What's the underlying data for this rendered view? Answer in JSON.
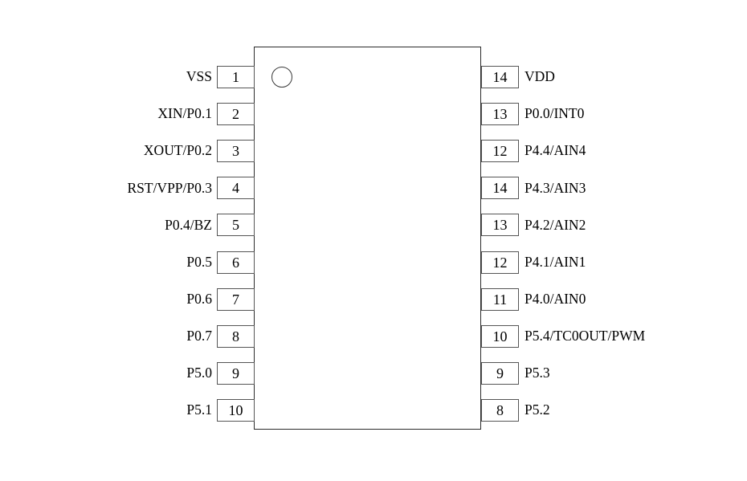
{
  "diagram": {
    "type": "ic-pinout",
    "package_outline": {
      "name": "chip-body",
      "notch_marker": "pin1-circle-marker"
    },
    "left_pins": [
      {
        "number": "1",
        "label": "VSS"
      },
      {
        "number": "2",
        "label": "XIN/P0.1"
      },
      {
        "number": "3",
        "label": "XOUT/P0.2"
      },
      {
        "number": "4",
        "label": "RST/VPP/P0.3"
      },
      {
        "number": "5",
        "label": "P0.4/BZ"
      },
      {
        "number": "6",
        "label": "P0.5"
      },
      {
        "number": "7",
        "label": "P0.6"
      },
      {
        "number": "8",
        "label": "P0.7"
      },
      {
        "number": "9",
        "label": "P5.0"
      },
      {
        "number": "10",
        "label": "P5.1"
      }
    ],
    "right_pins": [
      {
        "number": "14",
        "label": "VDD"
      },
      {
        "number": "13",
        "label": "P0.0/INT0"
      },
      {
        "number": "12",
        "label": "P4.4/AIN4"
      },
      {
        "number": "14",
        "label": "P4.3/AIN3"
      },
      {
        "number": "13",
        "label": "P4.2/AIN2"
      },
      {
        "number": "12",
        "label": "P4.1/AIN1"
      },
      {
        "number": "11",
        "label": "P4.0/AIN0"
      },
      {
        "number": "10",
        "label": "P5.4/TC0OUT/PWM"
      },
      {
        "number": "9",
        "label": "P5.3"
      },
      {
        "number": "8",
        "label": "P5.2"
      }
    ]
  },
  "colors": {
    "background": "#ffffff",
    "body_stroke": "#2a2a2a",
    "pin_box_stroke": "#555555",
    "text": "#000000"
  }
}
